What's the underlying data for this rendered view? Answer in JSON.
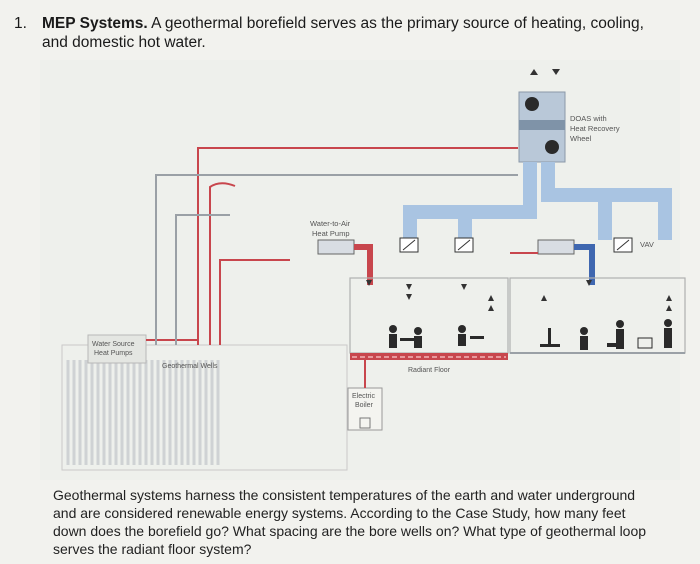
{
  "question": {
    "number": "1.",
    "title": "MEP Systems.",
    "intro": "A geothermal borefield serves as the primary source of heating, cooling, and domestic hot water.",
    "body": "Geothermal systems harness the consistent temperatures of the earth and water underground and are considered renewable energy systems. According to the Case Study, how many feet down does the borefield go? What spacing are the bore wells on? What type of geothermal loop serves the radiant floor system?"
  },
  "diagram": {
    "labels": {
      "doas_line1": "DOAS with",
      "doas_line2": "Heat Recovery",
      "doas_line3": "Wheel",
      "water_to_air_line1": "Water-to-Air",
      "water_to_air_line2": "Heat Pump",
      "vav": "VAV",
      "water_source_line1": "Water Source",
      "water_source_line2": "Heat Pumps",
      "geothermal_wells": "Geothermal Wells",
      "radiant_floor": "Radiant Floor",
      "electric_boiler_line1": "Electric",
      "electric_boiler_line2": "Boiler"
    },
    "colors": {
      "supply_red": "#c8464d",
      "cool_blue": "#3f67b0",
      "duct_blue": "#a9c4e2",
      "gray_pipe": "#9aa0a6"
    }
  }
}
